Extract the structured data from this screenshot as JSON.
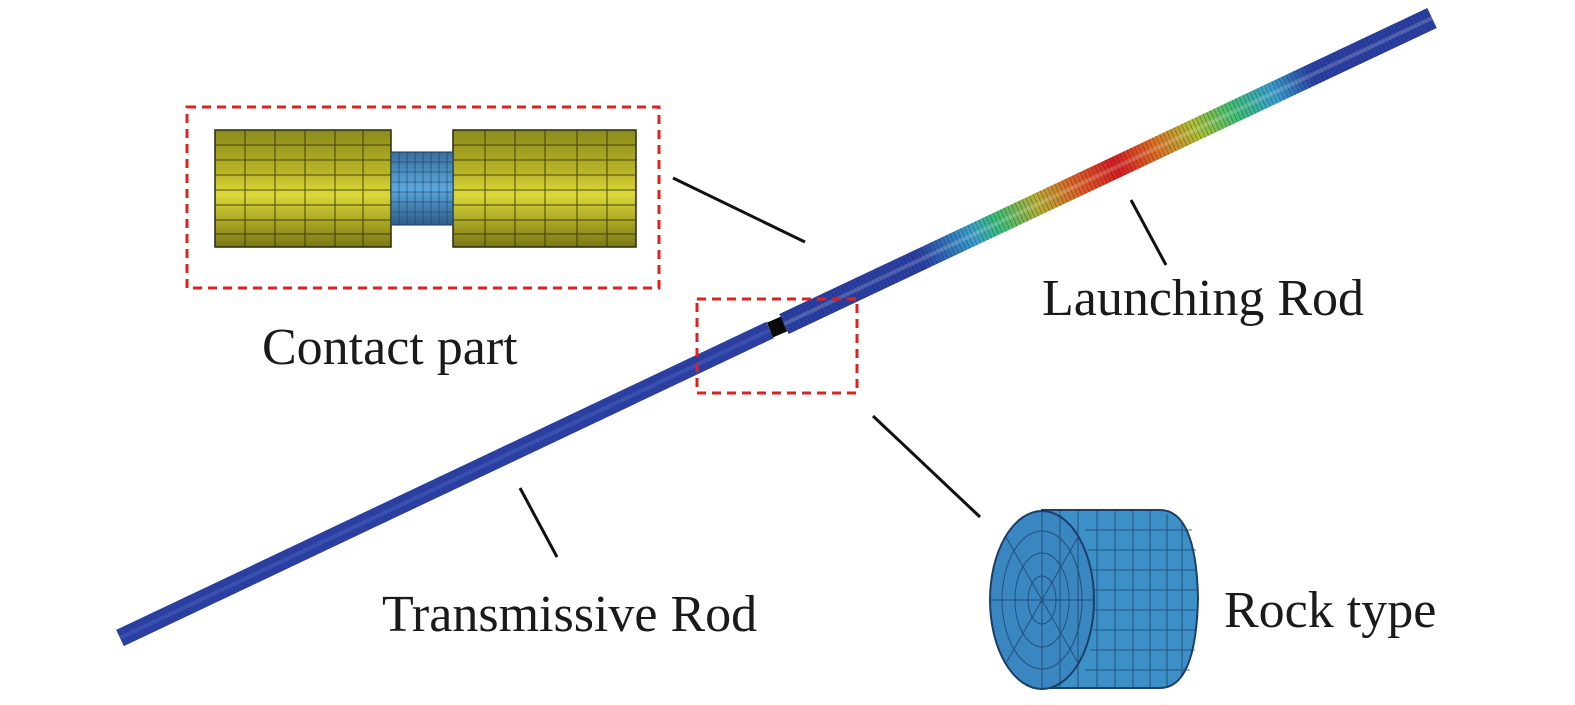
{
  "labels": {
    "contact_part": "Contact part",
    "launching_rod": "Launching Rod",
    "transmissive_rod": "Transmissive Rod",
    "rock_type": "Rock type"
  },
  "colors": {
    "rod_blue": "#2b3fa0",
    "contact_yellow": "#c9c22a",
    "specimen_blue": "#3c8ac4",
    "highlight_box": "#e02020",
    "stress_red": "#d81c1c",
    "stress_green": "#34c060"
  }
}
